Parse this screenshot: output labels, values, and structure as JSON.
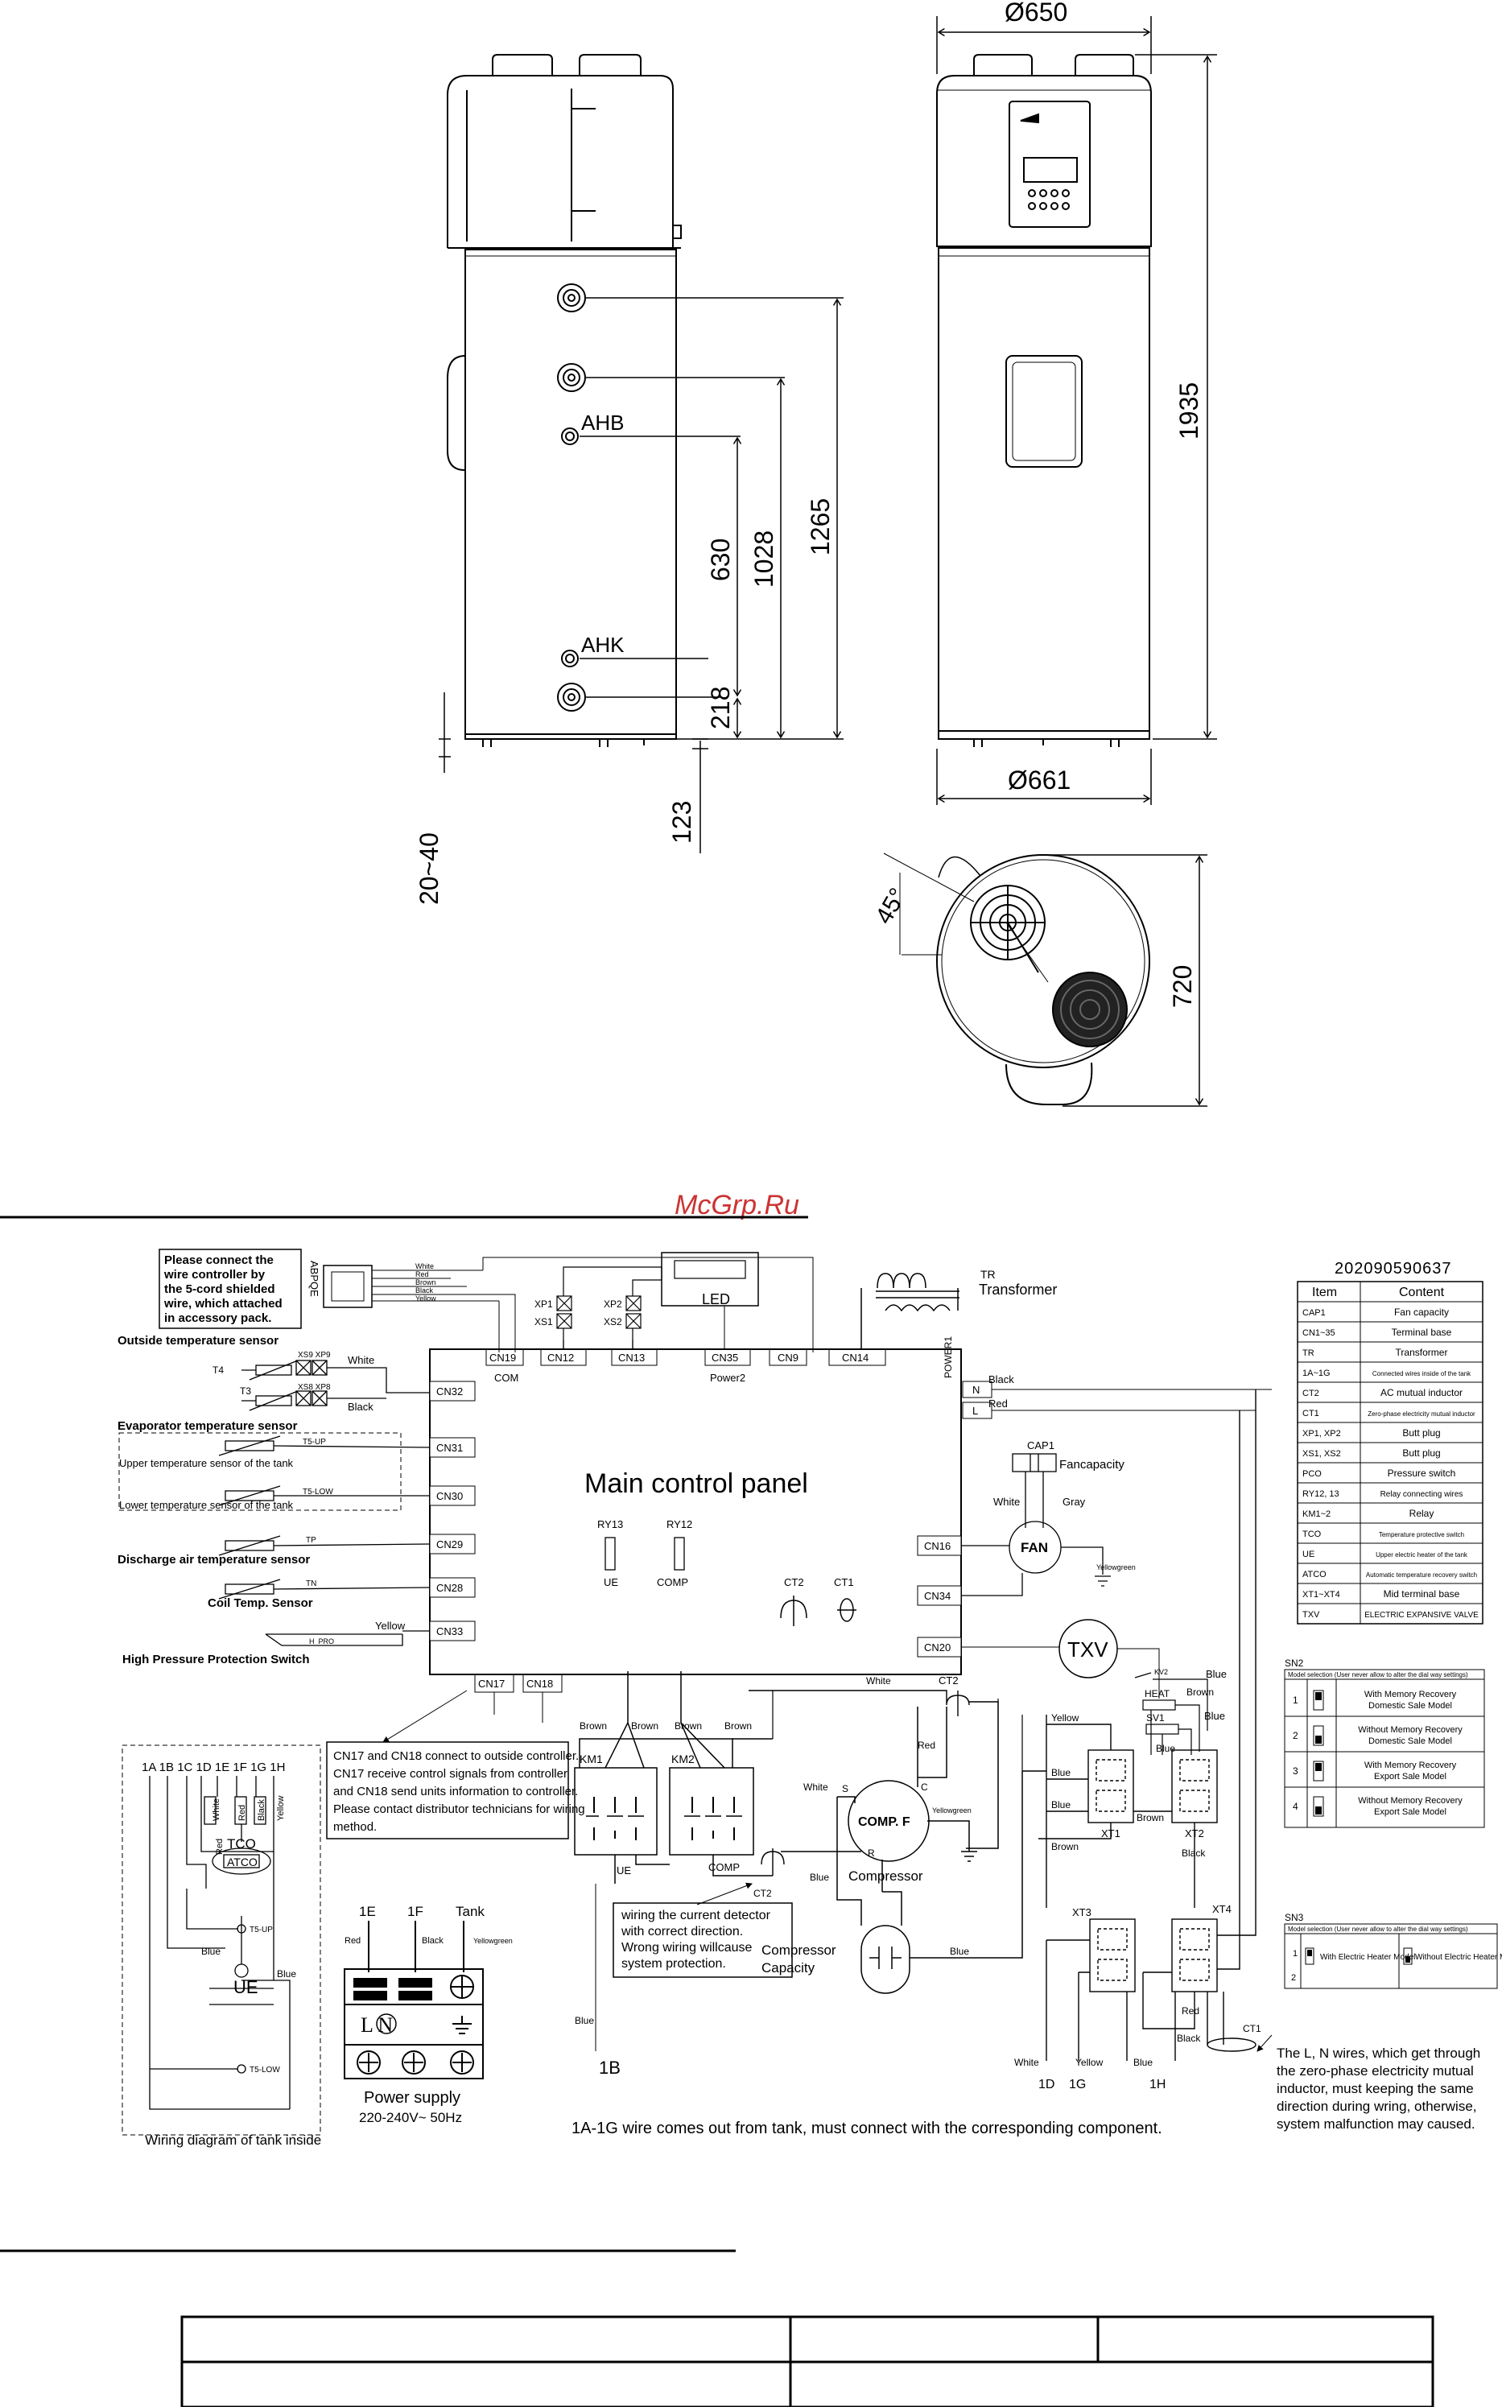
{
  "watermark": "McGrp.Ru",
  "dimensions": {
    "top_diameter": "Ø650",
    "bottom_diameter": "Ø661",
    "height_total": "1935",
    "h1265": "1265",
    "h1028": "1028",
    "h630": "630",
    "h218": "218",
    "h123": "123",
    "h2040": "20~40",
    "angle": "45°",
    "depth": "720",
    "port_ahb": "AHB",
    "port_ahk": "AHK"
  },
  "wiring": {
    "model_code": "202090590637",
    "note_connect": [
      "Please connect the",
      "wire controller by",
      "the 5-cord shielded",
      "wire, which attached",
      "in accessory pack."
    ],
    "abpqe": "ABPQE",
    "wire_colors": [
      "White",
      "Red",
      "Brown",
      "Black",
      "Yellow"
    ],
    "main_panel": "Main control panel",
    "led": "LED",
    "transformer_tr": "TR",
    "transformer": "Transformer",
    "power1": "POWER1",
    "com": "COM",
    "power2": "Power2",
    "connectors": {
      "cn19": "CN19",
      "cn12": "CN12",
      "cn13": "CN13",
      "cn35": "CN35",
      "cn9": "CN9",
      "cn14": "CN14",
      "cn32": "CN32",
      "cn31": "CN31",
      "cn30": "CN30",
      "cn29": "CN29",
      "cn28": "CN28",
      "cn33": "CN33",
      "cn17": "CN17",
      "cn18": "CN18",
      "cn16": "CN16",
      "cn34": "CN34",
      "cn20": "CN20",
      "n": "N",
      "l": "L"
    },
    "xp1": "XP1",
    "xs1": "XS1",
    "xp2": "XP2",
    "xs2": "XS2",
    "xs9xp9": "XS9 XP9",
    "xs8xp8": "XS8 XP8",
    "t4": "T4",
    "t3": "T3",
    "sensors": {
      "outside": "Outside temperature sensor",
      "evaporator": "Evaporator temperature sensor",
      "upper": "Upper temperature sensor of the tank",
      "lower": "Lower temperature sensor of the tank",
      "discharge": "Discharge air temperature sensor",
      "coil": "Coil Temp. Sensor",
      "hp": "High Pressure Protection Switch",
      "t5up": "T5-UP",
      "t5low": "T5-LOW",
      "tp": "TP",
      "tn": "TN",
      "hpro": "H_PRO"
    },
    "white": "White",
    "black": "Black",
    "red": "Red",
    "yellow": "Yellow",
    "blue": "Blue",
    "brown": "Brown",
    "gray": "Gray",
    "yellowgreen": "Yellowgreen",
    "ry13": "RY13",
    "ry12": "RY12",
    "ue": "UE",
    "comp": "COMP",
    "ct2": "CT2",
    "ct1": "CT1",
    "cap1": "CAP1",
    "fancapacity": "Fancapacity",
    "fan": "FAN",
    "txv": "TXV",
    "heat": "HEAT",
    "sv1": "SV1",
    "kv2": "KV2",
    "km1": "KM1",
    "km2": "KM2",
    "note_cn17": [
      "CN17 and CN18 connect to outside controller.",
      "CN17 receive control signals from controller",
      "and CN18 send units information to controller.",
      "Please contact distributor technicians for wiring",
      "method."
    ],
    "note_detector": [
      "wiring the current detector",
      "with correct direction.",
      "Wrong wiring willcause",
      "system protection."
    ],
    "compf": "COMP. F",
    "compressor": "Compressor",
    "compressor_capacity": [
      "Compressor",
      "Capacity"
    ],
    "s": "S",
    "c": "C",
    "r": "R",
    "xt1": "XT1",
    "xt2": "XT2",
    "xt3": "XT3",
    "xt4": "XT4",
    "tank_terms": "1A 1B 1C 1D 1E   1F 1G 1H",
    "tco": "TCO",
    "atco": "ATCO",
    "tank_inside": "Wiring diagram of tank inside",
    "one_e": "1E",
    "one_f": "1F",
    "tank": "Tank",
    "ln": "L   N",
    "power_supply": "Power supply",
    "voltage": "220-240V~ 50Hz",
    "one_b": "1B",
    "one_d": "1D",
    "one_g": "1G",
    "one_h": "1H",
    "bottom_note": "1A-1G wire comes out from tank, must connect with the corresponding component.",
    "ln_note": [
      "The L, N wires, which get through",
      "the zero-phase electricity mutual",
      "inductor, must keeping the same",
      "direction during wring, otherwise,",
      "system malfunction may caused."
    ],
    "table_header": [
      "Item",
      "Content"
    ],
    "table_rows": [
      [
        "CAP1",
        "Fan capacity"
      ],
      [
        "CN1~35",
        "Terminal base"
      ],
      [
        "TR",
        "Transformer"
      ],
      [
        "1A~1G",
        "Connected wires inside of the tank"
      ],
      [
        "CT2",
        "AC mutual inductor"
      ],
      [
        "CT1",
        "Zero-phase electricity mutual inductor"
      ],
      [
        "XP1, XP2",
        "Butt plug"
      ],
      [
        "XS1, XS2",
        "Butt plug"
      ],
      [
        "PCO",
        "Pressure switch"
      ],
      [
        "RY12, 13",
        "Relay connecting wires"
      ],
      [
        "KM1~2",
        "Relay"
      ],
      [
        "TCO",
        "Temperature protective switch"
      ],
      [
        "UE",
        "Upper electric heater of the tank"
      ],
      [
        "ATCO",
        "Automatic temperature recovery switch"
      ],
      [
        "XT1~XT4",
        "Mid terminal base"
      ],
      [
        "TXV",
        "ELECTRIC EXPANSIVE VALVE"
      ]
    ],
    "sn2": "SN2",
    "sn2_title": "Model selection (User never allow to alter the dial way settings)",
    "sn2_rows": [
      [
        "1",
        "With Memory Recovery",
        "Domestic Sale Model"
      ],
      [
        "2",
        "Without Memory Recovery",
        "Domestic Sale Model"
      ],
      [
        "3",
        "With Memory Recovery",
        "Export Sale Model"
      ],
      [
        "4",
        "Without Memory Recovery",
        "Export Sale Model"
      ]
    ],
    "sn3": "SN3",
    "sn3_title": "Model selection (User never allow to alter the dial way settings)",
    "sn3_a": "With Electric Heater Model",
    "sn3_b": "Without Electric Heater Model",
    "sn3_nums": [
      "1",
      "2"
    ]
  }
}
